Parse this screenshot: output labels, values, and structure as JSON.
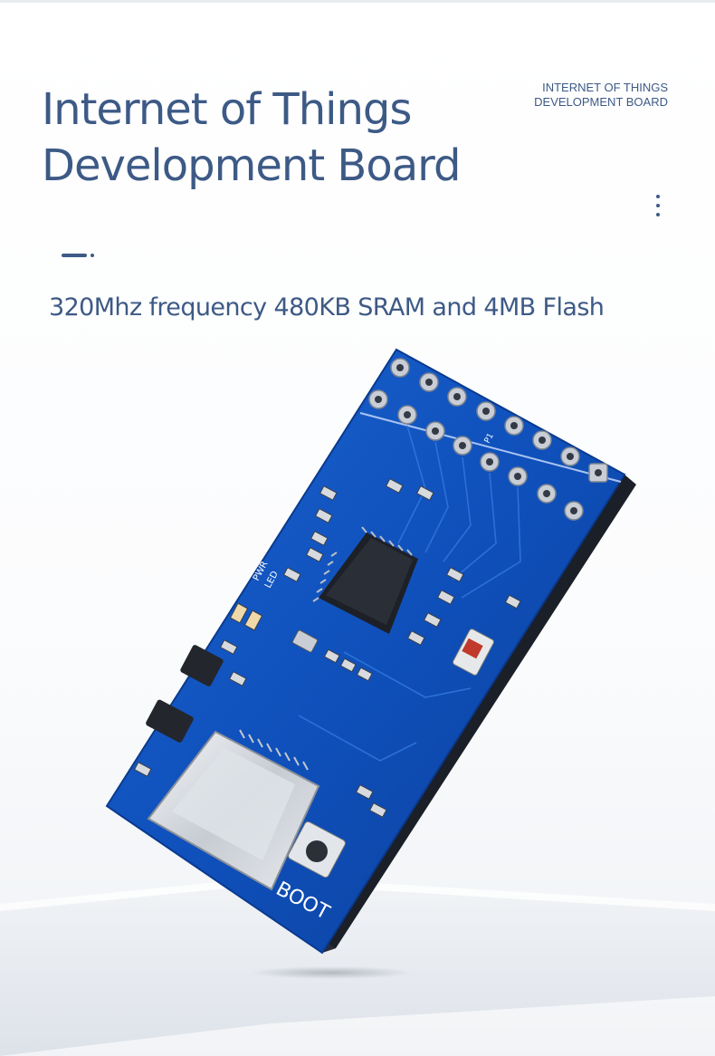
{
  "header": {
    "title_line1": "Internet of Things",
    "title_line2": "Development Board",
    "tag_line1": "INTERNET OF THINGS",
    "tag_line2": "DEVELOPMENT BOARD",
    "menu_icon": "more-vertical-icon"
  },
  "subtitle": "320Mhz frequency 480KB SRAM and 4MB Flash",
  "board": {
    "button_label": "BOOT",
    "led_label_1": "PWR",
    "led_label_2": "LED",
    "header_label": "P1"
  },
  "colors": {
    "accent": "#3d5a86",
    "pcb": "#0f4fb8",
    "pcb_dark": "#0a3a8f"
  }
}
